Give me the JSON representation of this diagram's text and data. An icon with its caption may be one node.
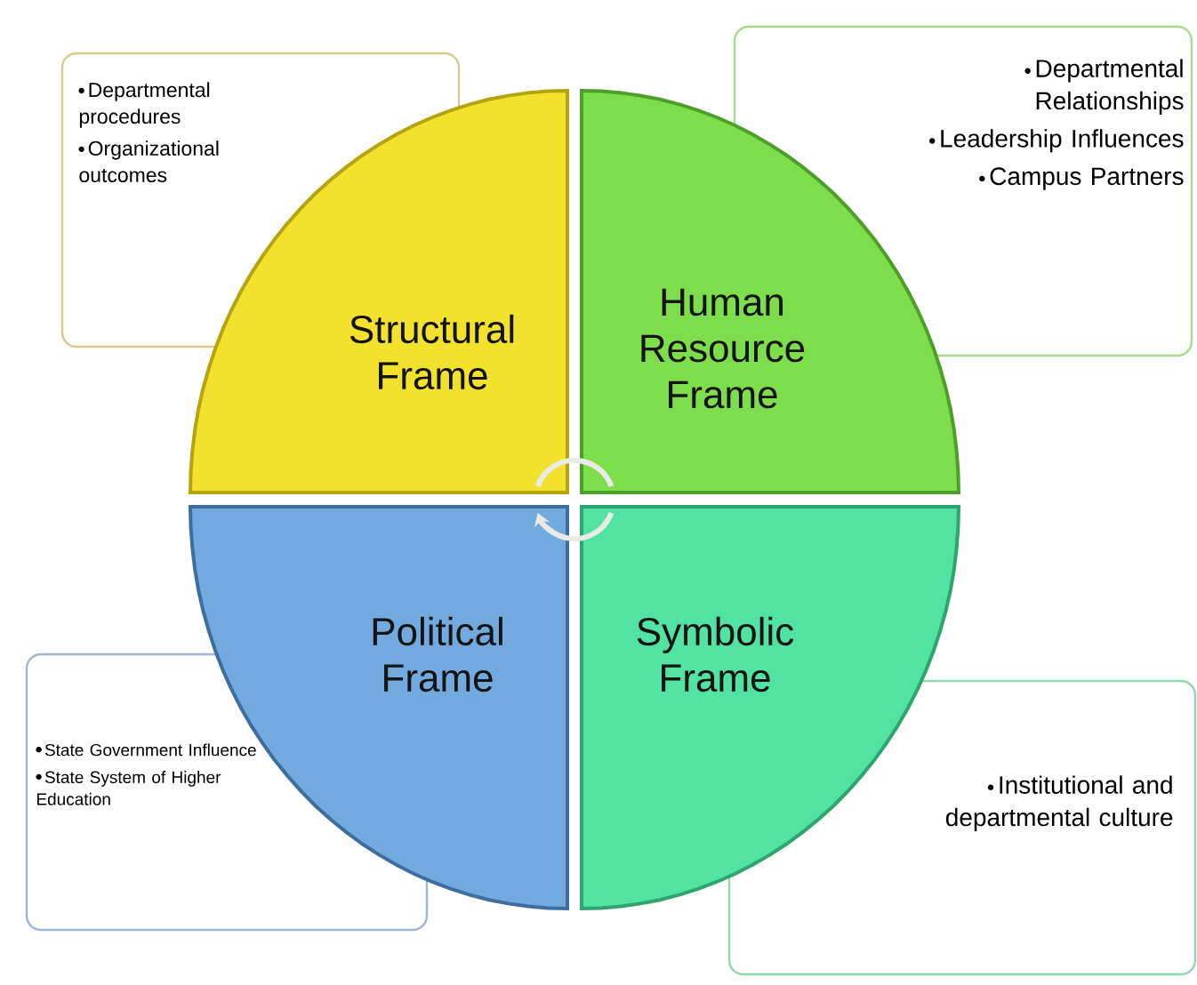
{
  "diagram": {
    "nodes": [
      {
        "text": [
          "Structural Frame"
        ]
      },
      {
        "text": [
          "Human Resource Frame"
        ]
      },
      {
        "text": [
          "Political Frame"
        ]
      },
      {
        "text": [
          "Symbolic Frame"
        ]
      },
      {
        "text": [
          "Departmental procedures",
          "Organizational outcomes"
        ]
      },
      {
        "text": [
          "Departmental Relationships",
          "Leadership Influences",
          "Campus Partners"
        ]
      },
      {
        "text": [
          "State Government Influence",
          "State System of Higher Education"
        ]
      },
      {
        "text": [
          "Institutional and departmental culture"
        ]
      }
    ]
  }
}
